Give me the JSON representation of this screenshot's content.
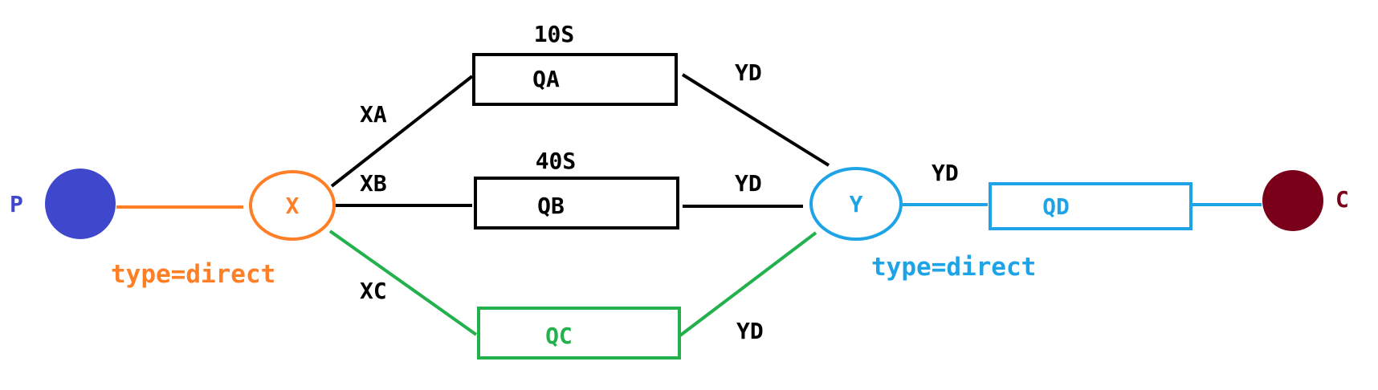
{
  "colors": {
    "producer": "#3F48CC",
    "exchange_x": "#FF7F27",
    "exchange_y": "#1EA4E6",
    "consumer": "#7A0019",
    "normal": "#000000",
    "dead_letter": "#22B14C"
  },
  "producer": {
    "label": "P"
  },
  "consumer": {
    "label": "C"
  },
  "exchange_x": {
    "label": "X",
    "type_text": "type=direct"
  },
  "exchange_y": {
    "label": "Y",
    "type_text": "type=direct"
  },
  "queues": {
    "qa": {
      "label": "QA",
      "ttl": "10S"
    },
    "qb": {
      "label": "QB",
      "ttl": "40S"
    },
    "qc": {
      "label": "QC"
    },
    "qd": {
      "label": "QD"
    }
  },
  "routing_keys": {
    "xa": "XA",
    "xb": "XB",
    "xc": "XC",
    "yd_qa": "YD",
    "yd_qb": "YD",
    "yd_qc": "YD",
    "yd_qd": "YD"
  }
}
